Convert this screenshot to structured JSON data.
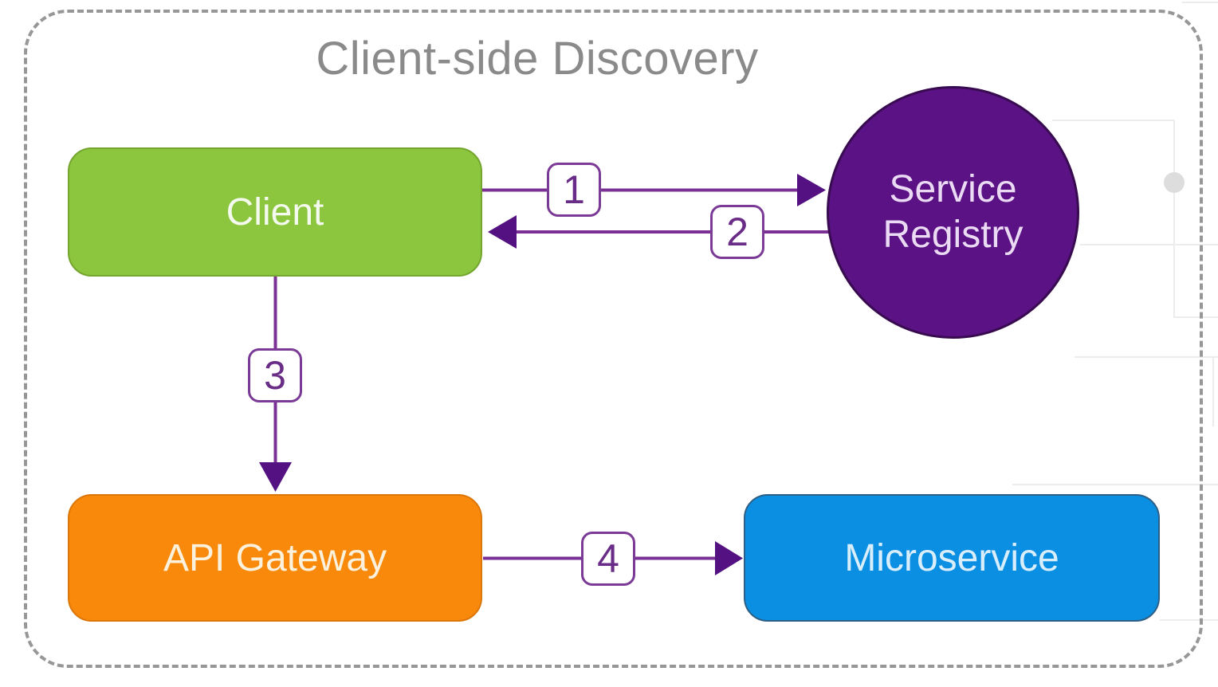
{
  "diagram": {
    "title": "Client-side Discovery",
    "nodes": {
      "client": {
        "label": "Client",
        "shape": "rounded-rect",
        "fill": "#8CC63E"
      },
      "service_registry": {
        "label": "Service Registry",
        "line1": "Service",
        "line2": "Registry",
        "shape": "circle",
        "fill": "#5B1285"
      },
      "api_gateway": {
        "label": "API Gateway",
        "shape": "rounded-rect",
        "fill": "#F8890A"
      },
      "microservice": {
        "label": "Microservice",
        "shape": "rounded-rect",
        "fill": "#0A8FE3"
      }
    },
    "arrows": [
      {
        "number": "1",
        "from": "Client",
        "to": "Service Registry",
        "direction": "right"
      },
      {
        "number": "2",
        "from": "Service Registry",
        "to": "Client",
        "direction": "left"
      },
      {
        "number": "3",
        "from": "Client",
        "to": "API Gateway",
        "direction": "down"
      },
      {
        "number": "4",
        "from": "API Gateway",
        "to": "Microservice",
        "direction": "right"
      }
    ],
    "colors": {
      "arrow_line": "#7B3096",
      "arrow_head": "#541181",
      "badge_border": "#7B3A96",
      "badge_text": "#6A2D87",
      "dashed_border": "#979797",
      "title_text": "#8A8A8A"
    }
  }
}
